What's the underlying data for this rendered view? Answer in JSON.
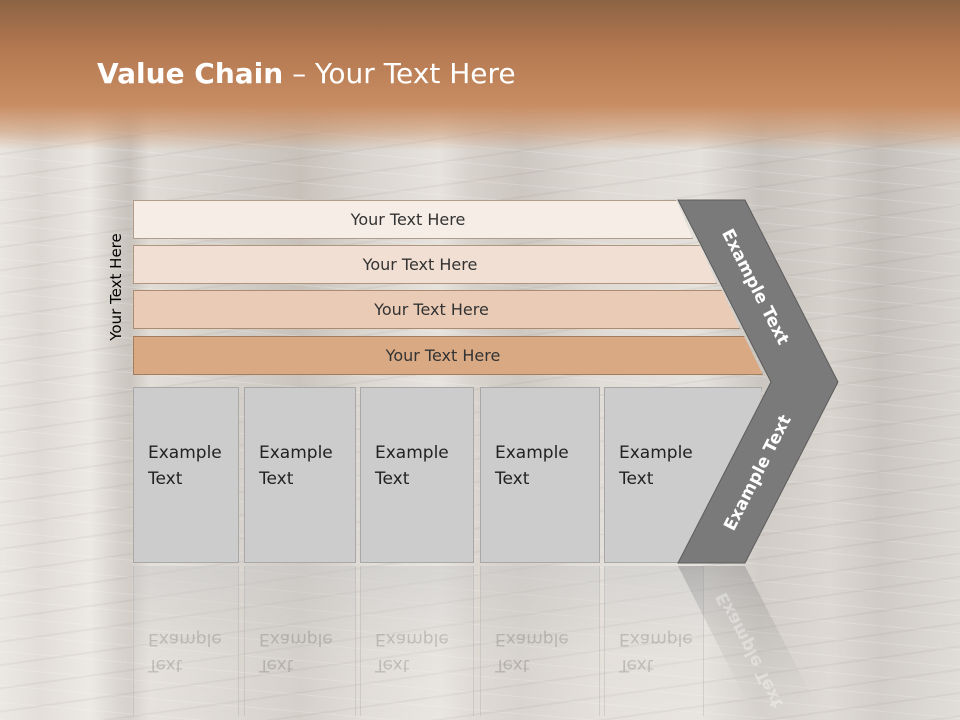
{
  "slide": {
    "title_bold": "Value Chain",
    "title_rest": " – Your Text Here",
    "vertical_label": "Your Text Here",
    "bars": [
      "Your Text Here",
      "Your Text Here",
      "Your Text Here",
      "Your Text Here"
    ],
    "boxes": [
      {
        "line1": "Example",
        "line2": "Text"
      },
      {
        "line1": "Example",
        "line2": "Text"
      },
      {
        "line1": "Example",
        "line2": "Text"
      },
      {
        "line1": "Example",
        "line2": "Text"
      },
      {
        "line1": "Example",
        "line2": "Text"
      }
    ],
    "chevron_top_label": "Example Text",
    "chevron_bottom_label": "Example Text"
  },
  "colors": {
    "header": "#b67a52",
    "chevron": "#7a7a7a",
    "bar_1": "#f5ede6",
    "bar_2": "#f0dfd2",
    "bar_3": "#e9cbb6",
    "bar_4": "#d8a983",
    "box": "#cccccc"
  }
}
